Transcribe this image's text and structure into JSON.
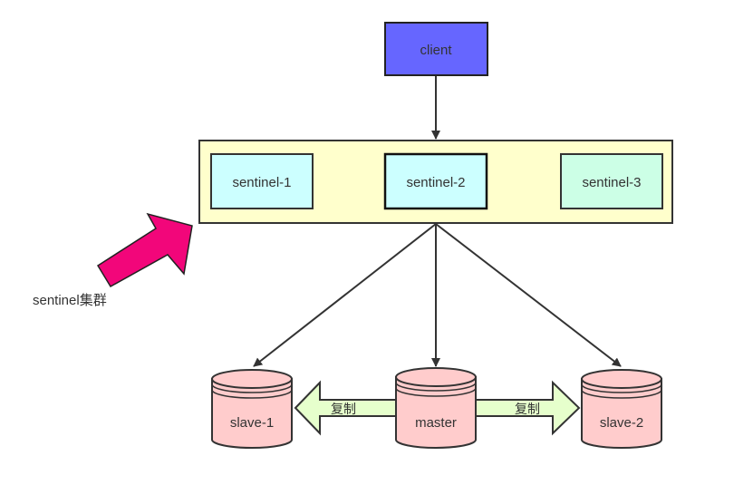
{
  "client": {
    "label": "client",
    "fill": "#6666ff"
  },
  "cluster": {
    "fill": "#ffffcc",
    "sentinels": [
      {
        "label": "sentinel-1",
        "fill": "#ccffff"
      },
      {
        "label": "sentinel-2",
        "fill": "#ccffff"
      },
      {
        "label": "sentinel-3",
        "fill": "#ccffe6"
      }
    ],
    "caption": "sentinel集群",
    "arrow_color": "#f2067a"
  },
  "databases": {
    "fill": "#ffcccc",
    "slave1": {
      "label": "slave-1"
    },
    "master": {
      "label": "master"
    },
    "slave2": {
      "label": "slave-2"
    }
  },
  "replication": {
    "fill": "#e6ffcc",
    "left_label": "复制",
    "right_label": "复制"
  }
}
